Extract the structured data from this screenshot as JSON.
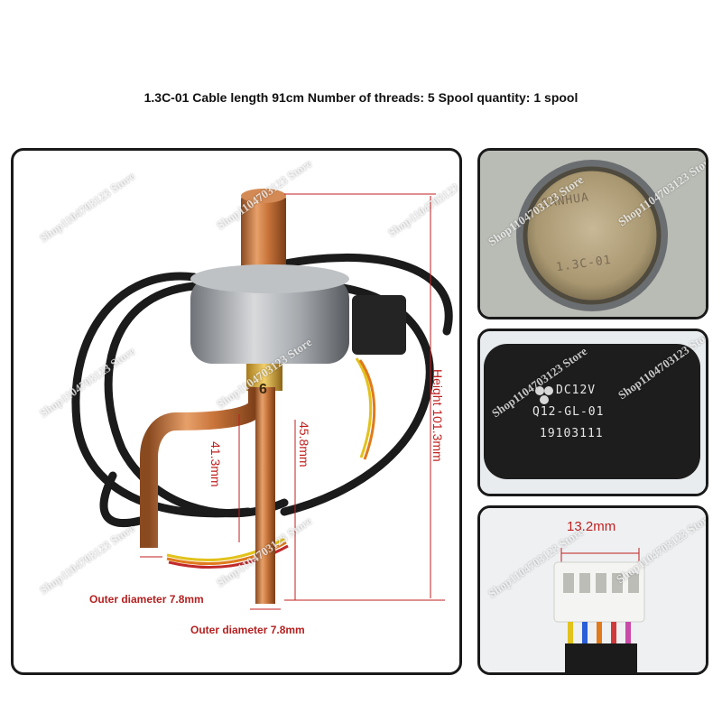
{
  "headline": "1.3C-01 Cable length 91cm Number of threads: 5 Spool quantity: 1 spool",
  "watermark": "Shop1104703123 Store",
  "main_panel": {
    "height_label": "Height 101.3mm",
    "dim_left": "41.3mm",
    "dim_right": "45.8mm",
    "outer_diameter_left": "Outer diameter 7.8mm",
    "outer_diameter_bottom": "Outer diameter 7.8mm",
    "body_mark": "6"
  },
  "top_right_panel": {
    "engraving_brand": "SANHUA",
    "engraving_model": "1.3C-01"
  },
  "mid_right_panel": {
    "line1": "DC12V",
    "line2": "Q12-GL-01",
    "line3": "19103111"
  },
  "bottom_right_panel": {
    "connector_dim": "13.2mm"
  },
  "colors": {
    "dimension_red": "#c01f1f",
    "panel_border": "#1a1a1a",
    "copper": "#c8743a",
    "cable": "#1b1b1b"
  }
}
